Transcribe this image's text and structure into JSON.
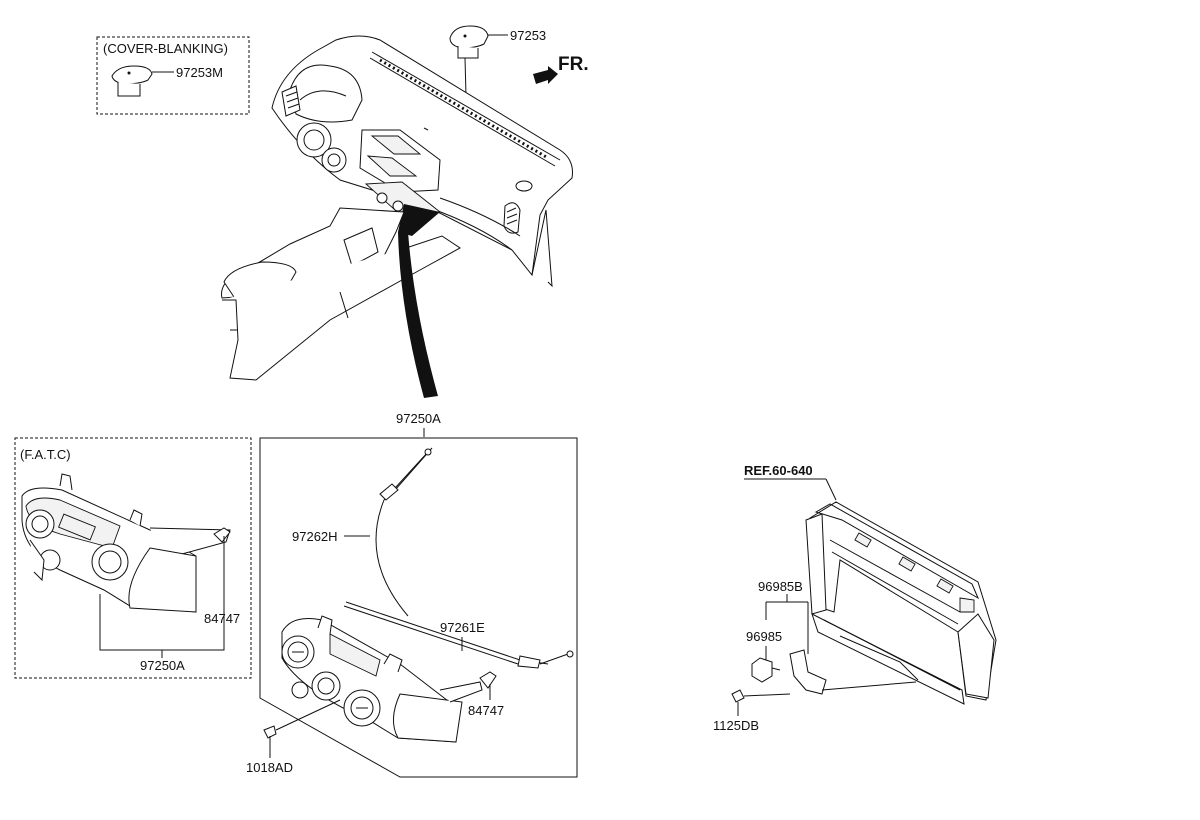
{
  "labels": {
    "cover_blanking": "(COVER-BLANKING)",
    "part_97253M": "97253M",
    "part_97253": "97253",
    "front_marker": "FR.",
    "fatc": "(F.A.T.C)",
    "fatc_84747": "84747",
    "fatc_97250A": "97250A",
    "main_97250A": "97250A",
    "part_97262H": "97262H",
    "part_97261E": "97261E",
    "main_84747": "84747",
    "part_1018AD": "1018AD",
    "ref": "REF.60-640",
    "part_96985B": "96985B",
    "part_96985": "96985",
    "part_1125DB": "1125DB"
  },
  "colors": {
    "line": "#111111",
    "background": "#ffffff"
  }
}
